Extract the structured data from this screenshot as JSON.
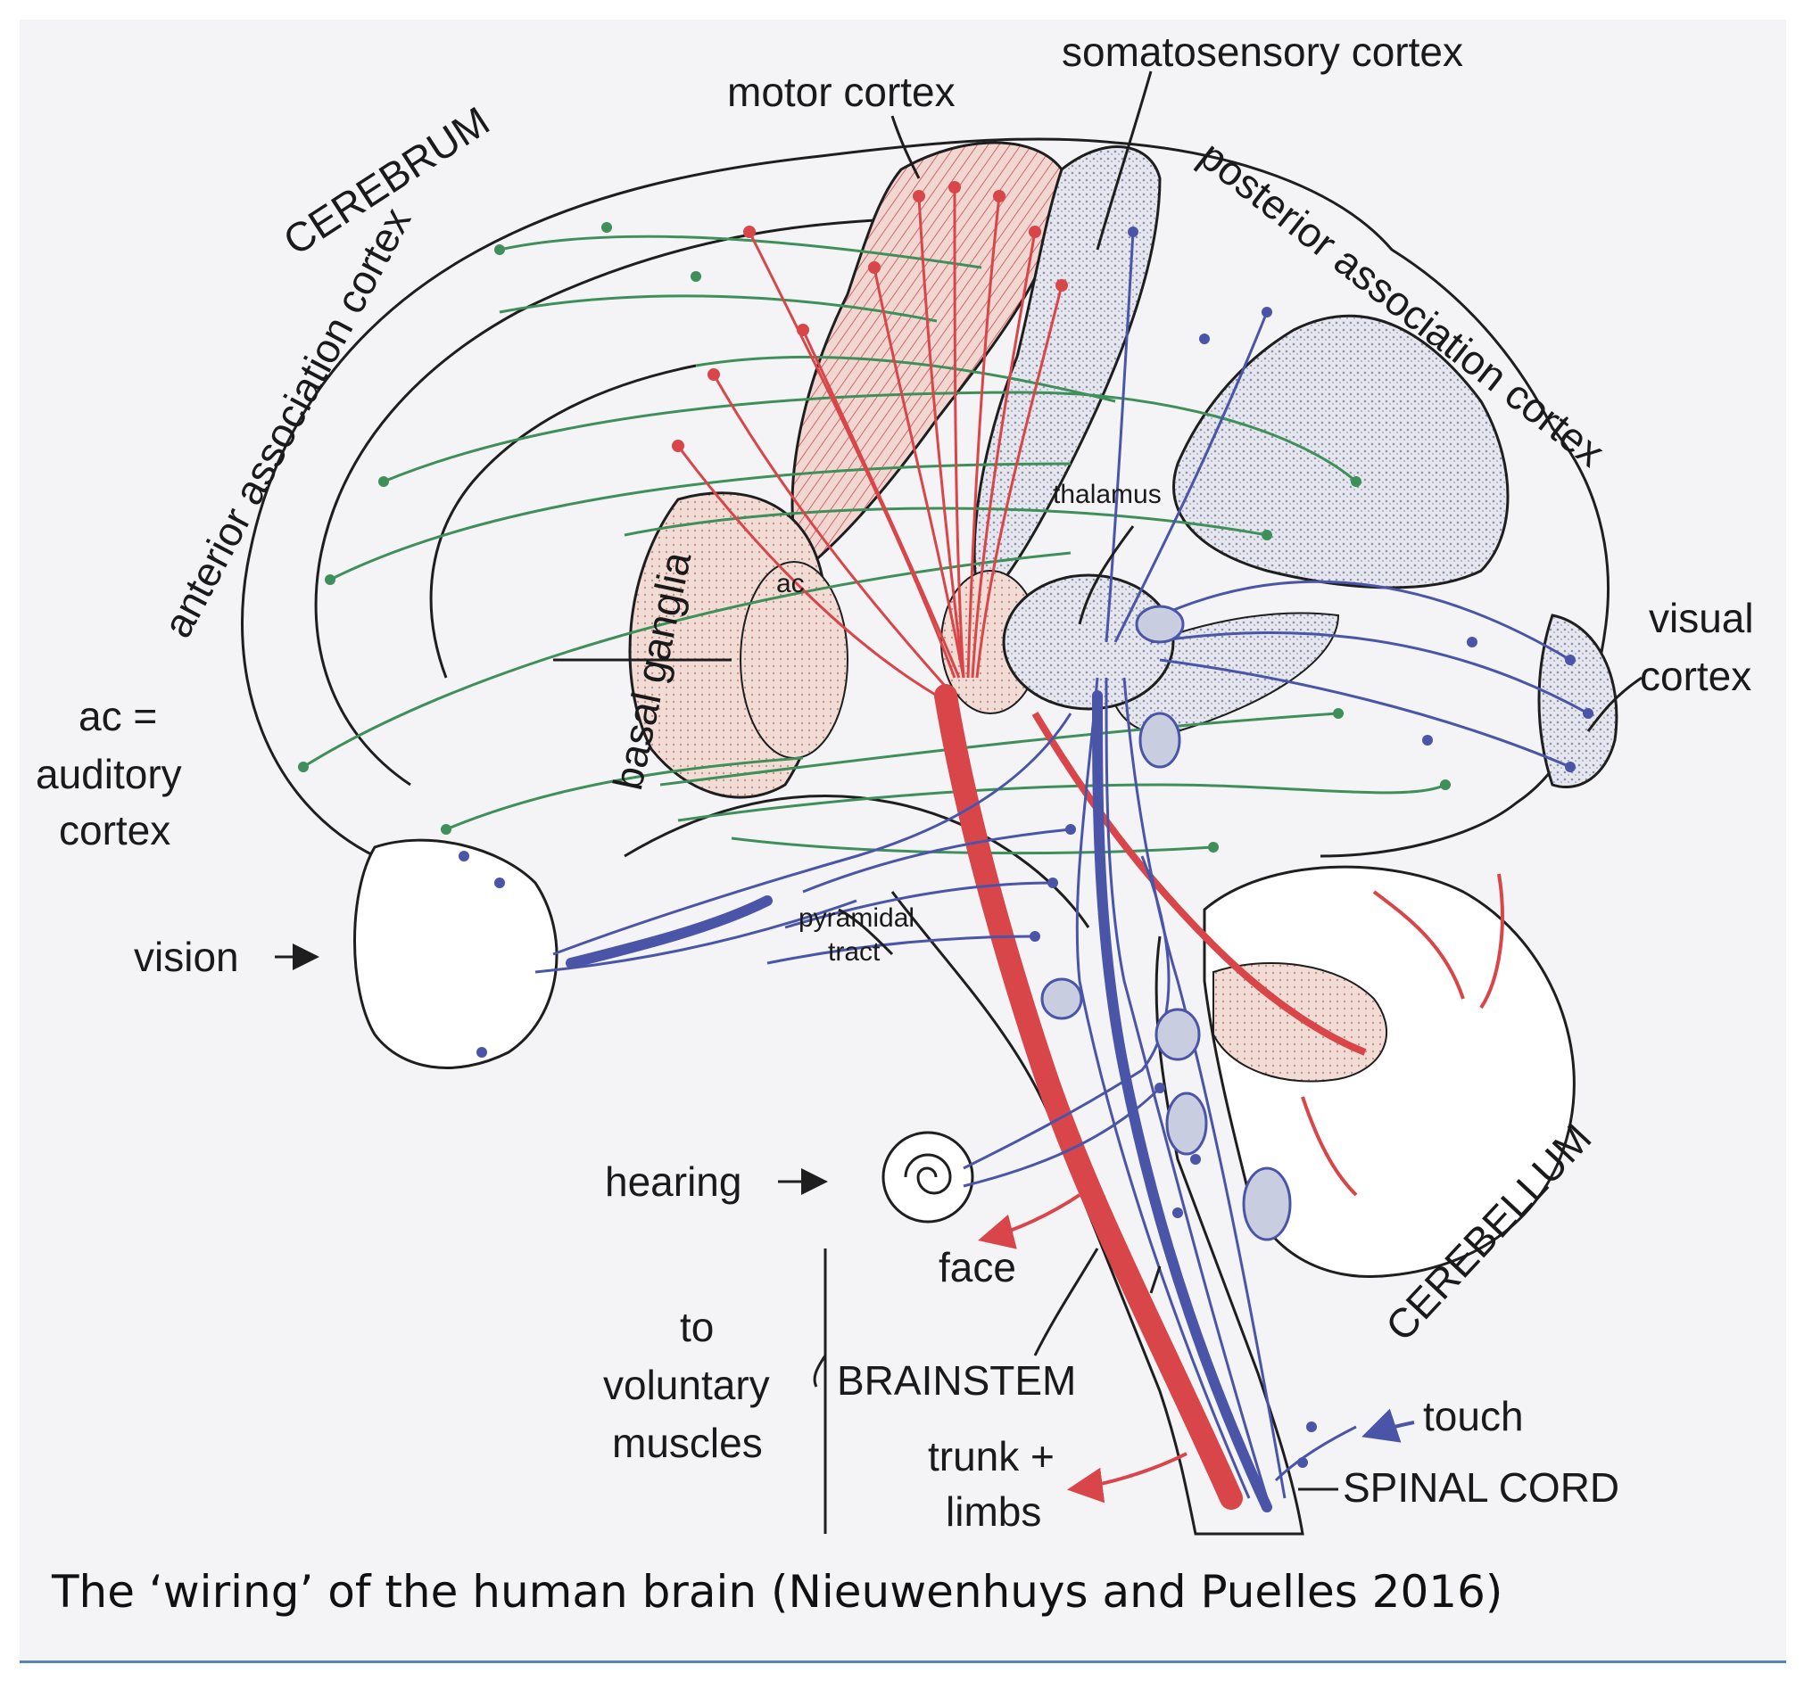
{
  "labels": {
    "somatosensory_cortex": "somatosensory cortex",
    "motor_cortex": "motor cortex",
    "cerebrum": "CEREBRUM",
    "anterior_association_cortex": "anterior association cortex",
    "posterior_association_cortex": "posterior association cortex",
    "thalamus": "thalamus",
    "basal_ganglia": "basal ganglia",
    "ac": "ac",
    "ac_definition_1": "ac =",
    "ac_definition_2": "auditory",
    "ac_definition_3": "cortex",
    "visual_cortex_1": "visual",
    "visual_cortex_2": "cortex",
    "vision": "vision",
    "pyramidal_tract_1": "pyramidal",
    "pyramidal_tract_2": "tract",
    "hearing": "hearing",
    "cerebellum": "CEREBELLUM",
    "face": "face",
    "to_voluntary_muscles_1": "to",
    "to_voluntary_muscles_2": "voluntary",
    "to_voluntary_muscles_3": "muscles",
    "brainstem": "BRAINSTEM",
    "touch": "touch",
    "trunk_limbs_1": "trunk +",
    "trunk_limbs_2": "limbs",
    "spinal_cord": "SPINAL CORD"
  },
  "caption": "The ‘wiring’ of the human brain (Nieuwenhuys and Puelles 2016)",
  "colors": {
    "motor": "#d9464a",
    "sensory": "#4a55a8",
    "association": "#3f8f5a",
    "outline": "#1e1e1e",
    "stipple": "#9aa0b8"
  }
}
